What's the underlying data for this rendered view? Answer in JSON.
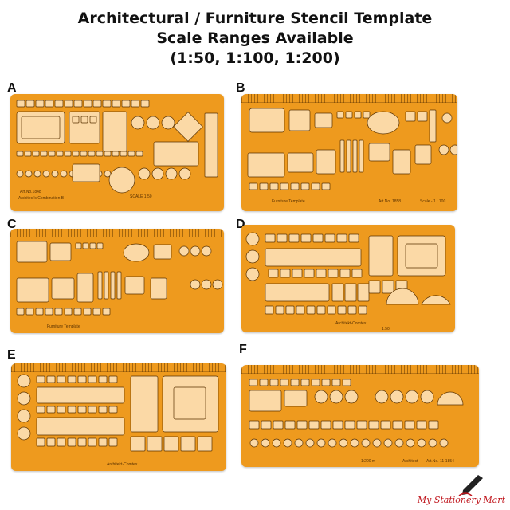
{
  "title": {
    "line1": "Architectural / Furniture Stencil Template",
    "line2": "Scale Ranges Available",
    "line3": "(1:50, 1:100, 1:200)"
  },
  "panels": [
    {
      "label": "A",
      "art_no": "Art.No.1848",
      "maker": "Architect's Combination B",
      "scale": "SCALE 1:50"
    },
    {
      "label": "B",
      "maker": "Furniture Template",
      "art_no": "Art No. 1858",
      "scale": "Scale - 1 : 100"
    },
    {
      "label": "C",
      "maker": "Furniture Template"
    },
    {
      "label": "D",
      "maker": "Architekt-Comtex",
      "scale": "1:50"
    },
    {
      "label": "E",
      "maker": "Architekt-Comtex"
    },
    {
      "label": "F",
      "scale": "1:200 m",
      "maker": "Architect",
      "art_no": "Art.No. 11-1854"
    }
  ],
  "watermark": {
    "text": "My Stationery Mart",
    "icon": "pen-icon"
  },
  "colors": {
    "stencil": "#ee9a1e",
    "cutout": "#fbd9a6",
    "line": "#5a3200",
    "watermark": "#c0171e"
  }
}
